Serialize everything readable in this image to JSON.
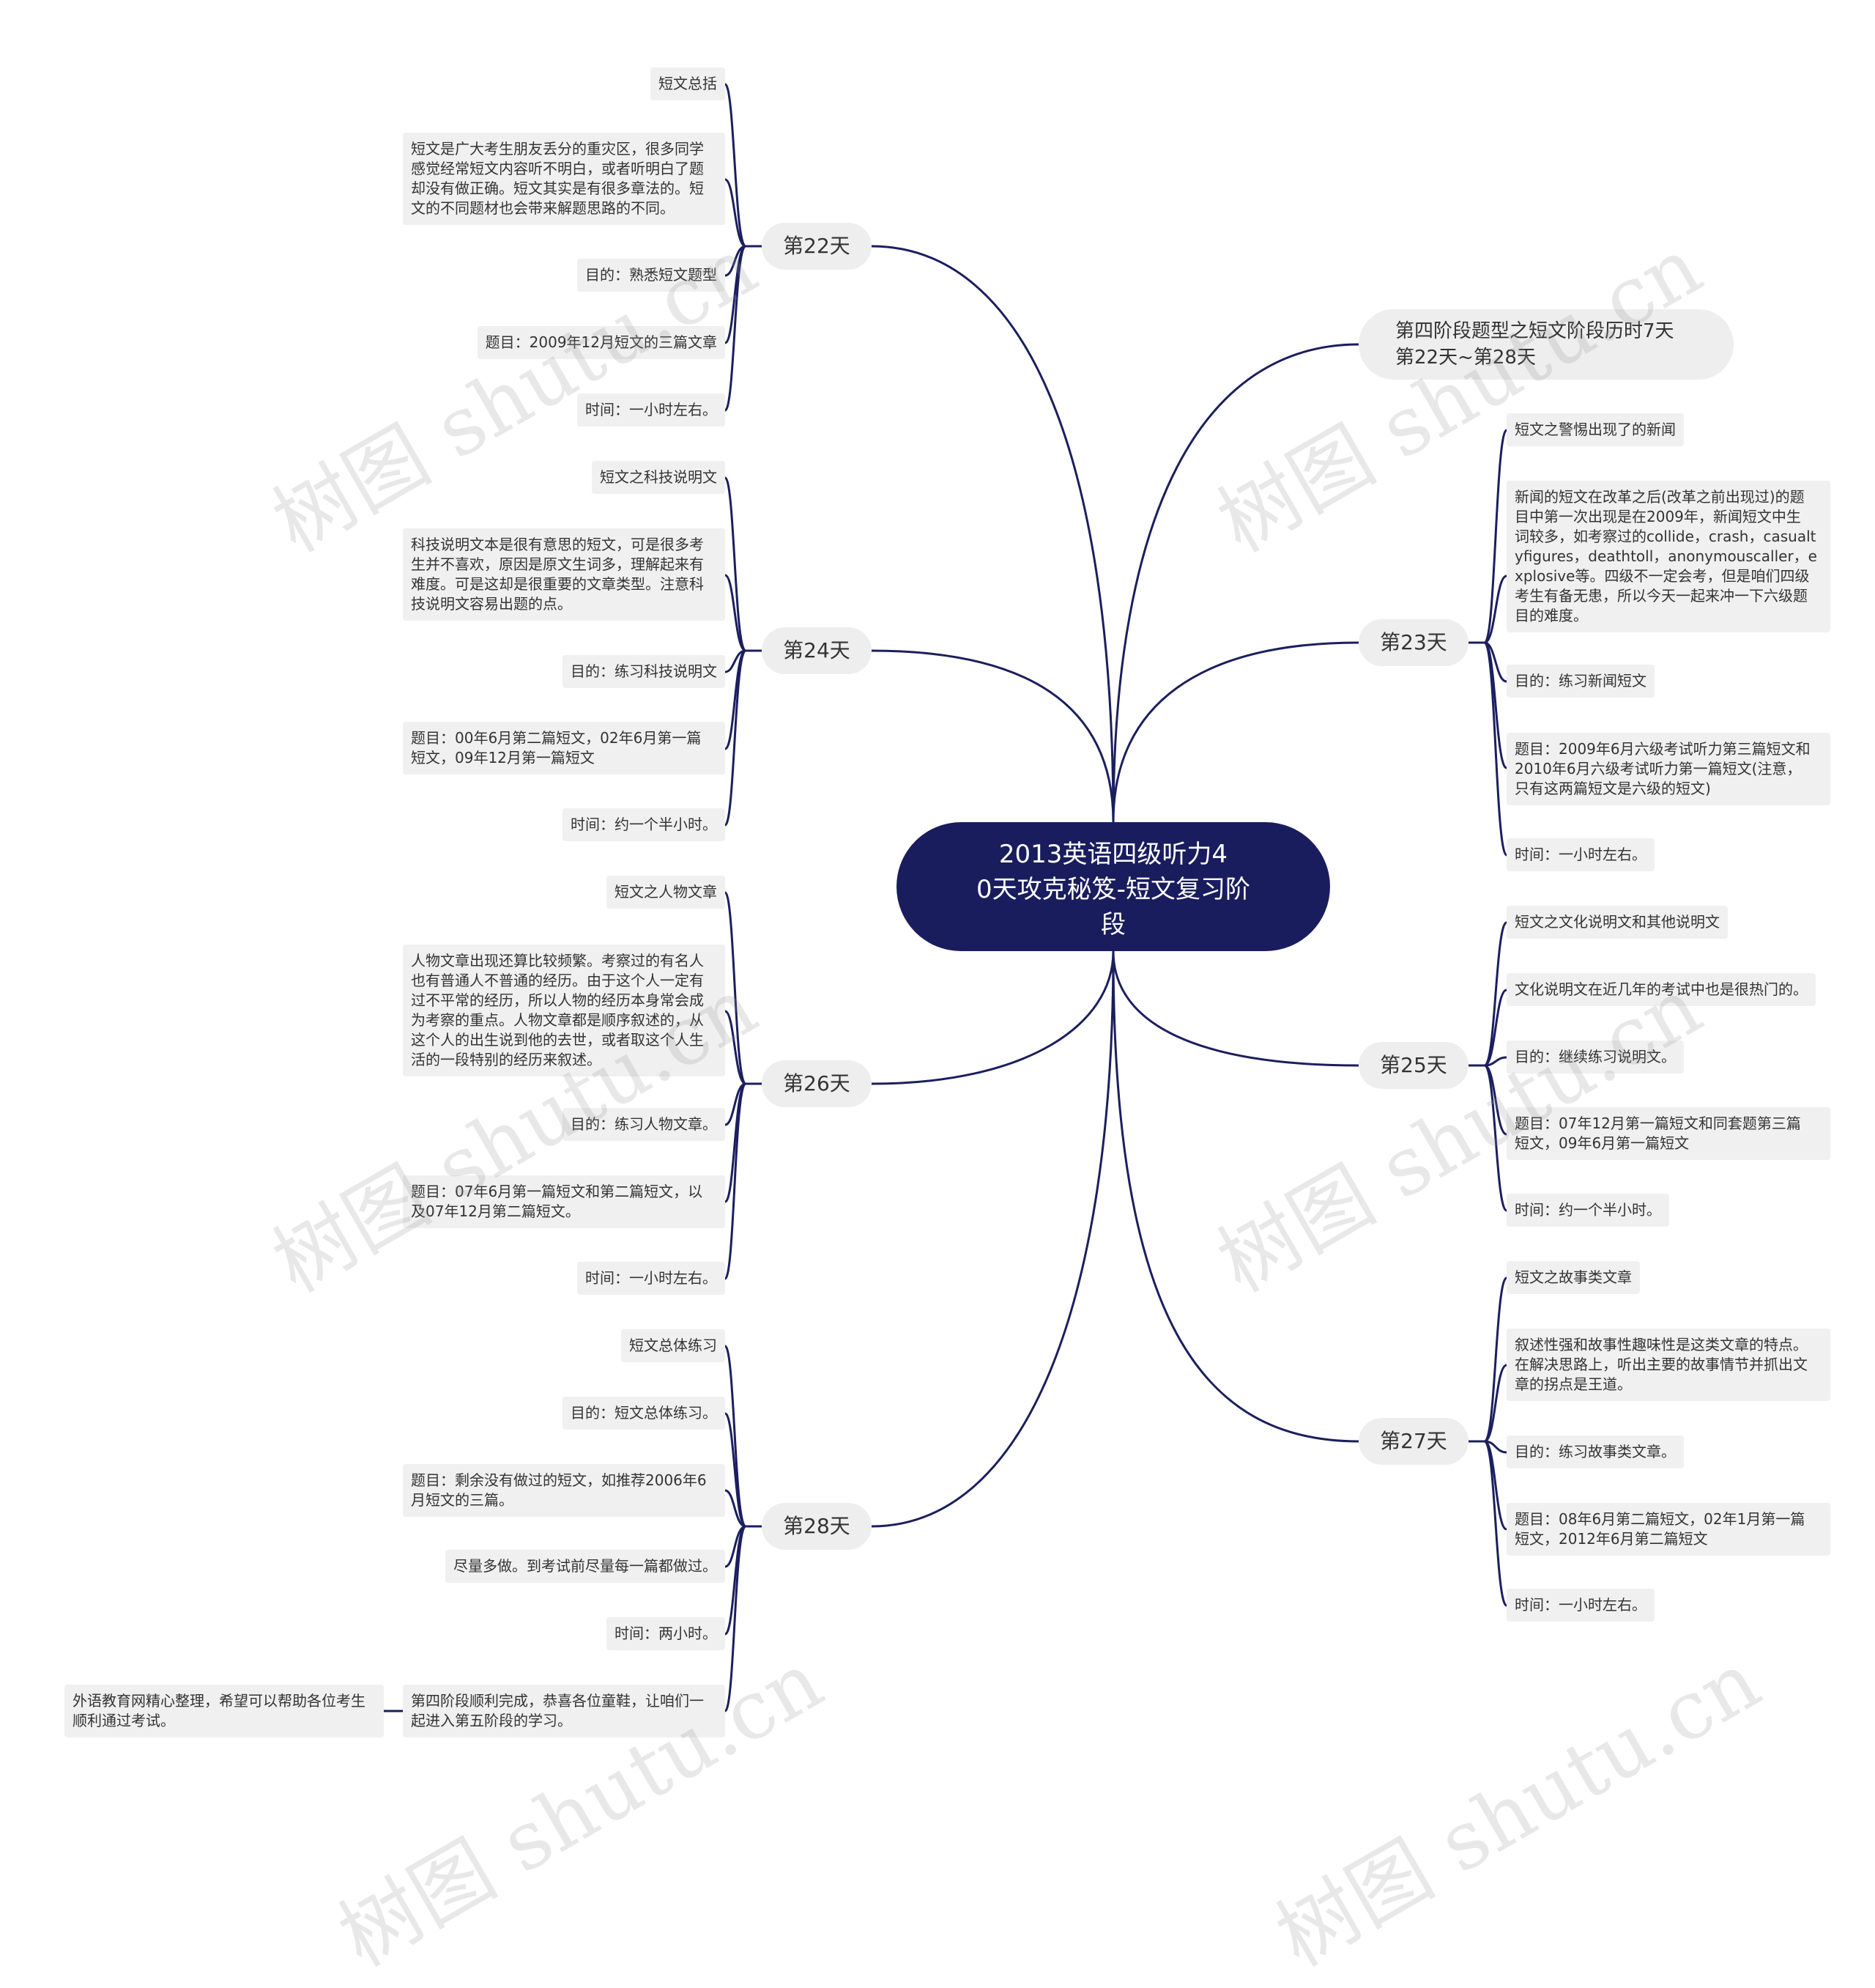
{
  "root": {
    "title": "2013英语四级听力4\n0天攻克秘笈-短文复习阶\n段"
  },
  "info": {
    "text": "第四阶段题型之短文阶段历时7天\n第22天~第28天"
  },
  "branches": {
    "d22": {
      "label": "第22天",
      "leaves": [
        "短文总括",
        "短文是广大考生朋友丢分的重灾区，很多同学\n感觉经常短文内容听不明白，或者听明白了题\n却没有做正确。短文其实是有很多章法的。短\n文的不同题材也会带来解题思路的不同。",
        "目的：熟悉短文题型",
        "题目：2009年12月短文的三篇文章",
        "时间：一小时左右。"
      ]
    },
    "d24": {
      "label": "第24天",
      "leaves": [
        "短文之科技说明文",
        "科技说明文本是很有意思的短文，可是很多考\n生并不喜欢，原因是原文生词多，理解起来有\n难度。可是这却是很重要的文章类型。注意科\n技说明文容易出题的点。",
        "目的：练习科技说明文",
        "题目：00年6月第二篇短文，02年6月第一篇\n短文，09年12月第一篇短文",
        "时间：约一个半小时。"
      ]
    },
    "d26": {
      "label": "第26天",
      "leaves": [
        "短文之人物文章",
        "人物文章出现还算比较频繁。考察过的有名人\n也有普通人不普通的经历。由于这个人一定有\n过不平常的经历，所以人物的经历本身常会成\n为考察的重点。人物文章都是顺序叙述的，从\n这个人的出生说到他的去世，或者取这个人生\n活的一段特别的经历来叙述。",
        "目的：练习人物文章。",
        "题目：07年6月第一篇短文和第二篇短文，以\n及07年12月第二篇短文。",
        "时间：一小时左右。"
      ]
    },
    "d28": {
      "label": "第28天",
      "leaves": [
        "短文总体练习",
        "目的：短文总体练习。",
        "题目：剩余没有做过的短文，如推荐2006年6\n月短文的三篇。",
        "尽量多做。到考试前尽量每一篇都做过。",
        "时间：两小时。",
        "第四阶段顺利完成，恭喜各位童鞋，让咱们一\n起进入第五阶段的学习。"
      ],
      "sub_leaf": "外语教育网精心整理，希望可以帮助各位考生\n顺利通过考试。"
    },
    "d23": {
      "label": "第23天",
      "leaves": [
        "短文之警惕出现了的新闻",
        "新闻的短文在改革之后(改革之前出现过)的题\n目中第一次出现是在2009年，新闻短文中生\n词较多，如考察过的collide，crash，casualt\nyfigures，deathtoll，anonymouscaller，e\nxplosive等。四级不一定会考，但是咱们四级\n考生有备无患，所以今天一起来冲一下六级题\n目的难度。",
        "目的：练习新闻短文",
        "题目：2009年6月六级考试听力第三篇短文和\n2010年6月六级考试听力第一篇短文(注意，\n只有这两篇短文是六级的短文)",
        "时间：一小时左右。"
      ]
    },
    "d25": {
      "label": "第25天",
      "leaves": [
        "短文之文化说明文和其他说明文",
        "文化说明文在近几年的考试中也是很热门的。",
        "目的：继续练习说明文。",
        "题目：07年12月第一篇短文和同套题第三篇\n短文，09年6月第一篇短文",
        "时间：约一个半小时。"
      ]
    },
    "d27": {
      "label": "第27天",
      "leaves": [
        "短文之故事类文章",
        "叙述性强和故事性趣味性是这类文章的特点。\n在解决思路上，听出主要的故事情节并抓出文\n章的拐点是王道。",
        "目的：练习故事类文章。",
        "题目：08年6月第二篇短文，02年1月第一篇\n短文，2012年6月第二篇短文",
        "时间：一小时左右。"
      ]
    }
  },
  "watermark": {
    "text": "树图 shutu.cn"
  },
  "colors": {
    "edge": "#1b1f5e",
    "root_bg": "#191d5e",
    "node_bg": "#eeeeee"
  }
}
